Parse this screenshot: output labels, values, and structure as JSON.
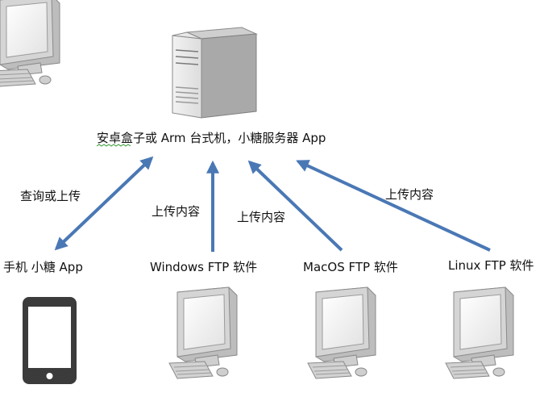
{
  "server": {
    "icon": "server-tower-icon",
    "caption": "安卓盒子或 Arm 台式机，小糖服务器 App"
  },
  "clients": [
    {
      "icon": "smartphone-icon",
      "label": "手机  小糖 App",
      "arrow_label": "查询或上传",
      "direction": "bidirectional"
    },
    {
      "icon": "desktop-computer-icon",
      "label": "Windows FTP 软件",
      "arrow_label": "上传内容",
      "direction": "to-server"
    },
    {
      "icon": "desktop-computer-icon",
      "label": "MacOS FTP 软件",
      "arrow_label": "上传内容",
      "direction": "to-server"
    },
    {
      "icon": "desktop-computer-icon",
      "label": "Linux FTP 软件",
      "arrow_label": "上传内容",
      "direction": "to-server"
    }
  ],
  "colors": {
    "arrow": "#4a78b5",
    "device_fill": "#e6e6e6",
    "device_edge": "#8a8a8a",
    "phone_body": "#3b3b3b"
  }
}
